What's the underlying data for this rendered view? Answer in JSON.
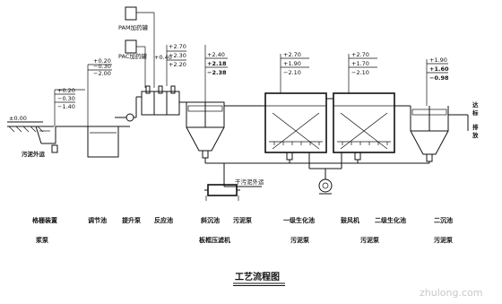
{
  "title": "工艺流程图",
  "watermark": "zhulong.com",
  "dosing": {
    "pam": "PAM加药罐",
    "pac": "PAC加药罐"
  },
  "levels": {
    "ground": [
      "±0.00"
    ],
    "screen": [
      "+0.20",
      "−0.30",
      "−1.40"
    ],
    "equalization": [
      "+0.20",
      "−0.30",
      "−2.00"
    ],
    "reaction": [
      "+2.70",
      "+2.30",
      "+2.20",
      "+0.40"
    ],
    "settling": [
      "+2.40",
      "+2.18",
      "−2.38"
    ],
    "oxidation1": [
      "+2.70",
      "+1.90",
      "−2.10"
    ],
    "oxidation2": [
      "+2.70",
      "+1.70",
      "−2.10"
    ],
    "clarifier": [
      "+1.90",
      "+1.60",
      "−0.98"
    ]
  },
  "annotations": {
    "outfall": "达标排放",
    "sludge_to": "干污泥外运",
    "sludge_out": "污泥外运"
  },
  "captions_row1": [
    "格栅装置",
    "调节池",
    "提升泵",
    "反应池",
    "斜沉池",
    "污泥泵",
    "一级生化池",
    "鼓风机",
    "二级生化池",
    "二沉池"
  ],
  "captions_row2": [
    "浆泵",
    "板框压滤机",
    "污泥泵",
    "污泥泵",
    "污泥泵"
  ]
}
